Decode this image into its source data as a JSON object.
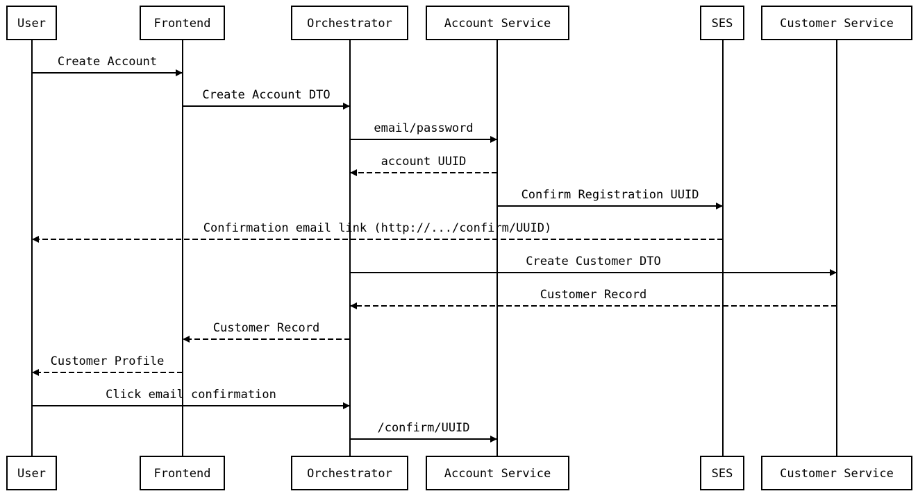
{
  "participants": [
    {
      "id": "user",
      "label": "User"
    },
    {
      "id": "frontend",
      "label": "Frontend"
    },
    {
      "id": "orchestrator",
      "label": "Orchestrator"
    },
    {
      "id": "account",
      "label": "Account Service"
    },
    {
      "id": "ses",
      "label": "SES"
    },
    {
      "id": "customer",
      "label": "Customer Service"
    }
  ],
  "messages": [
    {
      "from": "user",
      "to": "frontend",
      "label": "Create Account",
      "style": "solid"
    },
    {
      "from": "frontend",
      "to": "orchestrator",
      "label": "Create Account DTO",
      "style": "solid"
    },
    {
      "from": "orchestrator",
      "to": "account",
      "label": "email/password",
      "style": "solid"
    },
    {
      "from": "account",
      "to": "orchestrator",
      "label": "account UUID",
      "style": "dashed"
    },
    {
      "from": "account",
      "to": "ses",
      "label": "Confirm Registration UUID",
      "style": "solid"
    },
    {
      "from": "ses",
      "to": "user",
      "label": "Confirmation email link (http://.../confirm/UUID)",
      "style": "dashed"
    },
    {
      "from": "orchestrator",
      "to": "customer",
      "label": "Create Customer DTO",
      "style": "solid"
    },
    {
      "from": "customer",
      "to": "orchestrator",
      "label": "Customer Record",
      "style": "dashed"
    },
    {
      "from": "orchestrator",
      "to": "frontend",
      "label": "Customer Record",
      "style": "dashed"
    },
    {
      "from": "frontend",
      "to": "user",
      "label": "Customer Profile",
      "style": "dashed"
    },
    {
      "from": "user",
      "to": "orchestrator",
      "label": "Click email confirmation",
      "style": "solid"
    },
    {
      "from": "orchestrator",
      "to": "account",
      "label": "/confirm/UUID",
      "style": "solid"
    }
  ]
}
